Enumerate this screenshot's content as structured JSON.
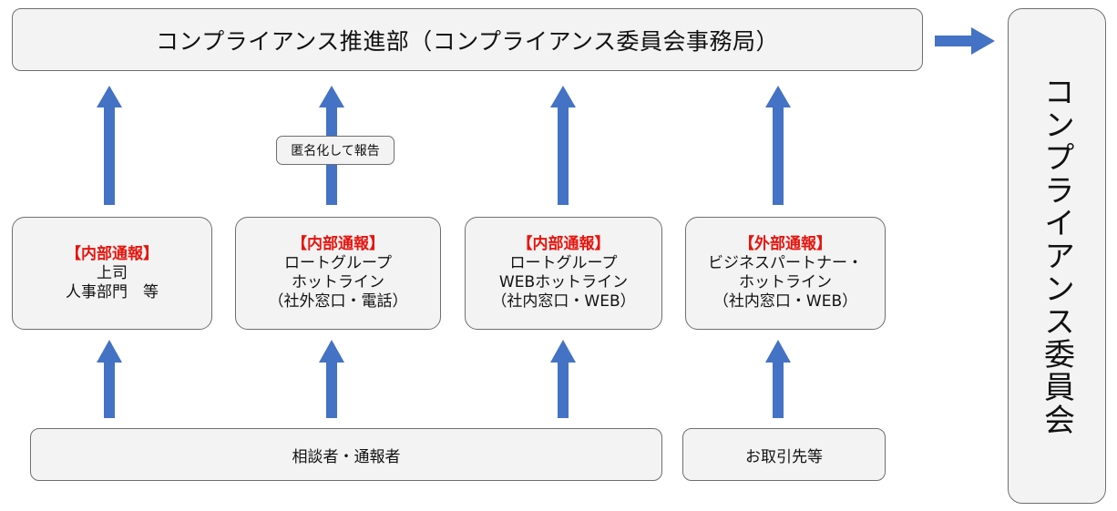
{
  "top": {
    "title": "コンプライアンス推進部（コンプライアンス委員会事務局）"
  },
  "committee": {
    "title": "コンプライアンス委員会"
  },
  "note": {
    "text": "匿名化して報告"
  },
  "channels": [
    {
      "tag": "【内部通報】",
      "lines": [
        "上司",
        "人事部門　等"
      ]
    },
    {
      "tag": "【内部通報】",
      "lines": [
        "ロートグループ",
        "ホットライン",
        "（社外窓口・電話）"
      ]
    },
    {
      "tag": "【内部通報】",
      "lines": [
        "ロートグループ",
        "WEBホットライン",
        "（社内窓口・WEB）"
      ]
    },
    {
      "tag": "【外部通報】",
      "lines": [
        "ビジネスパートナー・",
        "ホットライン",
        "（社内窓口・WEB）"
      ]
    }
  ],
  "sources": {
    "reporters": "相談者・通報者",
    "partners": "お取引先等"
  },
  "colors": {
    "arrow": "#4472c4",
    "tag": "#e8140d",
    "box_fill": "#f3f3f3",
    "box_border": "#6f6f6f"
  }
}
